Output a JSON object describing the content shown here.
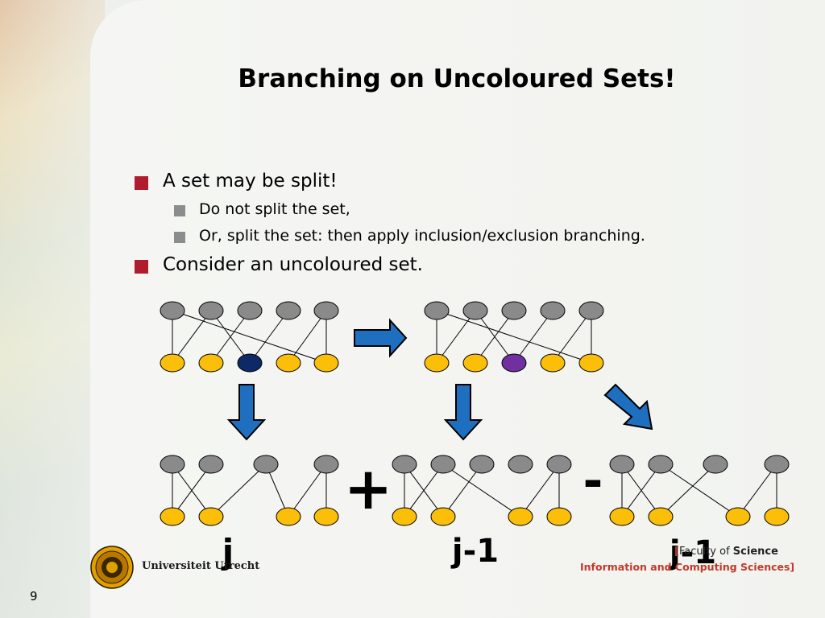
{
  "slide": {
    "title": "Branching on Uncoloured Sets!",
    "bullets": [
      {
        "text": "A set may be split!",
        "level": 1
      },
      {
        "text": "Do not split the set,",
        "level": 2
      },
      {
        "text": "Or, split the set: then apply inclusion/exclusion branching.",
        "level": 2
      },
      {
        "text": "Consider an uncoloured set.",
        "level": 1
      }
    ],
    "labels": {
      "j": "j",
      "j_minus_1_a": "j-1",
      "j_minus_1_b": "j-1",
      "plus": "+",
      "minus": "-"
    },
    "page_number": "9"
  },
  "footer": {
    "university": "Universiteit Utrecht",
    "faculty_open": "[",
    "faculty_prefix": "Faculty of ",
    "faculty_strong": "Science",
    "department": "Information and Computing Sciences]"
  },
  "colors": {
    "bullet_level1": "#b01c2e",
    "bullet_level2": "#8c8c8c",
    "node_top": "#8a8a8a",
    "node_bottom": "#fbbf0a",
    "node_selected_dark": "#0d2a66",
    "node_selected_purple": "#7030a0",
    "arrow": "#1f6fc0"
  }
}
